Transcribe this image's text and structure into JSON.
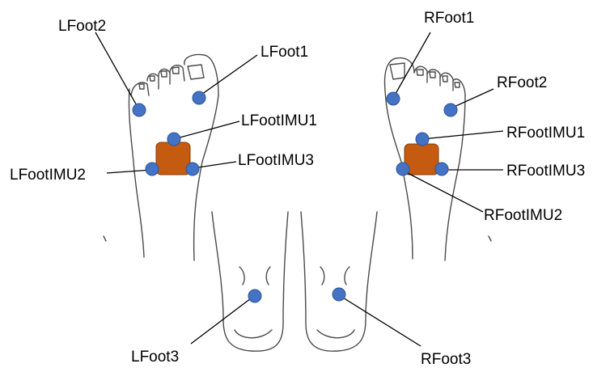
{
  "colors": {
    "marker": "#4472C4",
    "imu": "#C55A11",
    "outline": "#4a4a4a"
  },
  "labels": {
    "lfoot1": "LFoot1",
    "lfoot2": "LFoot2",
    "lfoot3": "LFoot3",
    "lfootimu1": "LFootIMU1",
    "lfootimu2": "LFootIMU2",
    "lfootimu3": "LFootIMU3",
    "rfoot1": "RFoot1",
    "rfoot2": "RFoot2",
    "rfoot3": "RFoot3",
    "rfootimu1": "RFootIMU1",
    "rfootimu2": "RFootIMU2",
    "rfootimu3": "RFootIMU3"
  }
}
